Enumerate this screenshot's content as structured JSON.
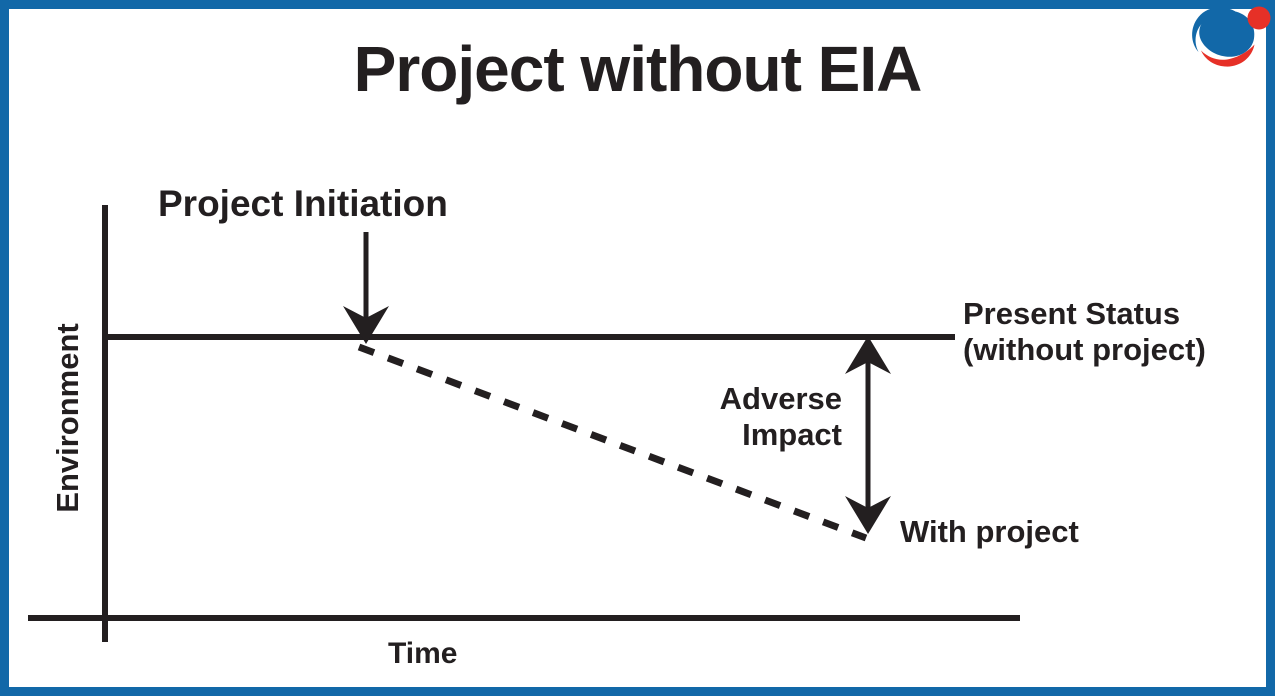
{
  "figure": {
    "title": "Project without EIA",
    "frame_color": "#1268a8",
    "ink_color": "#231f20"
  },
  "logo": {
    "name": "brand-logo",
    "blue": "#1268a8",
    "red": "#e63027"
  },
  "axes": {
    "y_label": "Environment",
    "x_label": "Time"
  },
  "annotations": {
    "project_initiation": "Project Initiation",
    "present_status": "Present Status\n(without project)",
    "adverse_impact": "Adverse\nImpact",
    "with_project": "With project"
  },
  "chart_data": {
    "type": "line",
    "title": "Project without EIA",
    "xlabel": "Time",
    "ylabel": "Environment",
    "grid": false,
    "legend": "none",
    "axis_style": "qualitative-unlabelled",
    "xlim": [
      0,
      1
    ],
    "ylim": [
      0,
      1
    ],
    "series": [
      {
        "name": "Present Status (without project)",
        "style": "solid",
        "x": [
          0.0,
          1.0
        ],
        "y": [
          0.72,
          0.72
        ]
      },
      {
        "name": "With project",
        "style": "dashed",
        "x": [
          0.28,
          0.83
        ],
        "y": [
          0.72,
          0.25
        ]
      }
    ],
    "annotations": [
      {
        "label": "Project Initiation",
        "type": "arrow-down",
        "x": 0.28,
        "y": 0.72
      },
      {
        "label": "Adverse Impact",
        "type": "double-arrow-vertical",
        "x": 0.83,
        "y_from": 0.72,
        "y_to": 0.25
      },
      {
        "label": "With project",
        "type": "endpoint-label",
        "x": 0.83,
        "y": 0.25
      },
      {
        "label": "Present Status (without project)",
        "type": "line-end-label",
        "x": 1.0,
        "y": 0.72
      }
    ]
  }
}
